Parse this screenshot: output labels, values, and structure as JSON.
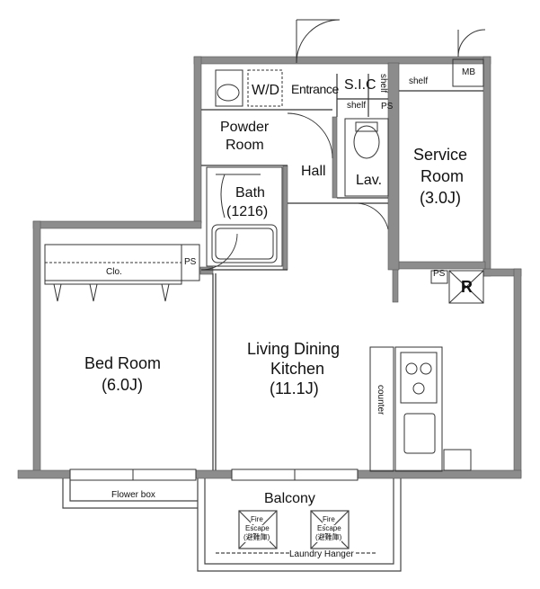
{
  "rooms": {
    "bed_room": {
      "name": "Bed Room",
      "size": "(6.0J)"
    },
    "ldk": {
      "line1": "Living Dining",
      "line2": "Kitchen",
      "size": "(11.1J)"
    },
    "service_room": {
      "name": "Service",
      "line2": "Room",
      "size": "(3.0J)"
    },
    "powder_room": {
      "line1": "Powder",
      "line2": "Room"
    },
    "bath": {
      "name": "Bath",
      "size": "(1216)"
    },
    "hall": "Hall",
    "lav": "Lav.",
    "entrance": "Entrance",
    "wd": "W/D",
    "sic": "S.I.C",
    "balcony": "Balcony"
  },
  "fixtures": {
    "shelf_sic": "shelf",
    "shelf_entrance": "shelf",
    "shelf_top": "shelf",
    "mb": "MB",
    "ps_entrance": "PS",
    "ps_bed": "PS",
    "ps_service": "PS",
    "refrigerator": "R",
    "closet": "Clo.",
    "counter": "counter",
    "flower_box": "Flower box",
    "laundry_hanger": "Laundry Hanger",
    "fire_escape_1": {
      "line1": "Fire",
      "line2": "Escape",
      "line3": "(避難庫)"
    },
    "fire_escape_2": {
      "line1": "Fire",
      "line2": "Escape",
      "line3": "(避難庫)"
    }
  },
  "colors": {
    "wall": "#8c8c8c",
    "wall_edge": "#555555",
    "line": "#333333",
    "background": "#ffffff"
  }
}
